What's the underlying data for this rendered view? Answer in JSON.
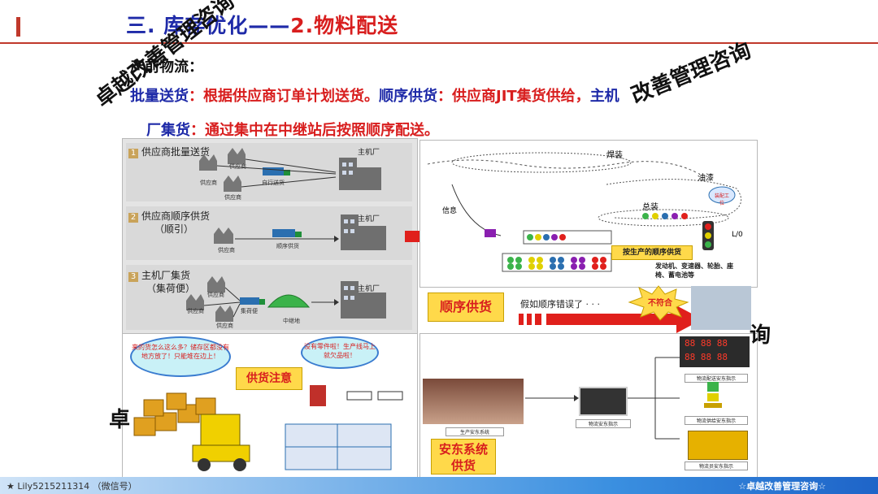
{
  "header": {
    "title_prefix": "三. 库存优化——",
    "title_main": "2.物料配送"
  },
  "intro": {
    "pre_label": "产前物流：",
    "line1_blue": "批量送货",
    "line1_red": "：根据供应商订单计划送货。",
    "line1_blue2": "顺序供货",
    "line1_red2": "：供应商JIT集货供给，",
    "line1_tail": "主机",
    "line2_blue": "厂集货",
    "line2_red": "：通过集中在中继站后按照顺序配送。"
  },
  "left_panel": {
    "sections": [
      {
        "num": "1",
        "title": "供应商批量送货",
        "labels": [
          "供应商",
          "供应商",
          "供应商",
          "自行送货"
        ],
        "target": "主机厂"
      },
      {
        "num": "2",
        "title": "供应商顺序供货",
        "subtitle": "（顺引）",
        "labels": [
          "供应商",
          "顺序供货"
        ],
        "target": "主机厂"
      },
      {
        "num": "3",
        "title": "主机厂集货",
        "subtitle": "（集荷便）",
        "labels": [
          "供应商",
          "供应商",
          "供应商",
          "集荷便",
          "中继地"
        ],
        "target": "主机厂"
      }
    ]
  },
  "right_panel": {
    "labels": {
      "weld": "焊装",
      "paint": "油漆",
      "assembly": "总装",
      "info": "信息",
      "lo": "L/0",
      "order_box": "按生产的顺序供货",
      "parts": "发动机、变速器、轮胎、座椅、蓄电池等",
      "tag": "装配工位"
    }
  },
  "sequence_row": {
    "badge": "顺序供货",
    "assume": "假如顺序错误了 · · ·",
    "mismatch": "不符合"
  },
  "bottom_left": {
    "bubble1": "来的货怎么这么多？储存区都没有地方放了！只能堆在边上！",
    "bubble2": "没有零件啦！生产线马上就欠品啦！",
    "badge": "供货注意"
  },
  "bottom_right": {
    "badge_line1": "安东系统",
    "badge_line2": "供货",
    "screen_label": "生产安东系统",
    "pc_label": "物流安东指示",
    "right_labels": [
      "物流配送安东指示",
      "物流供给安东指示",
      "物流员安东指示"
    ],
    "display_digits": [
      "88 88 88",
      "88 88 88"
    ]
  },
  "watermarks": {
    "a": "卓越改善管理咨询",
    "b": "改善管理咨询",
    "c": "询",
    "d": "卓"
  },
  "footer": {
    "left": "★ Lily5215211314 （微信号）",
    "right": "☆卓越改善管理咨询☆"
  },
  "colors": {
    "title_blue": "#1e2aa8",
    "accent_red": "#d81e1e",
    "badge_yellow": "#ffd94a"
  }
}
